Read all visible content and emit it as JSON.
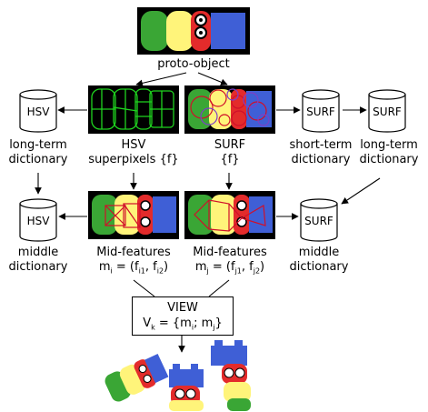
{
  "proto_object": {
    "label": "proto-object"
  },
  "databases": {
    "hsv_longterm": {
      "title": "HSV",
      "caption_lines": [
        "long-term",
        "dictionary"
      ]
    },
    "surf_shortterm": {
      "title": "SURF",
      "caption_lines": [
        "short-term",
        "dictionary"
      ]
    },
    "surf_longterm": {
      "title": "SURF",
      "caption_lines": [
        "long-term",
        "dictionary"
      ]
    },
    "hsv_middle": {
      "title": "HSV",
      "caption_lines": [
        "middle",
        "dictionary"
      ]
    },
    "surf_middle": {
      "title": "SURF",
      "caption_lines": [
        "middle",
        "dictionary"
      ]
    }
  },
  "features": {
    "hsv_superpixels": {
      "caption_lines": [
        "HSV",
        "superpixels {f}"
      ]
    },
    "surf": {
      "caption_lines": [
        "SURF",
        "{f}"
      ]
    }
  },
  "mid_features": {
    "hsv": {
      "title": "Mid-features",
      "formula": {
        "m": "m",
        "m_sub": "i",
        "eq": " = (f",
        "s1": "i1",
        "comma": ", f",
        "s2": "i2",
        "close": ")"
      }
    },
    "surf": {
      "title": "Mid-features",
      "formula": {
        "m": "m",
        "m_sub": "j",
        "eq": " = (f",
        "s1": "j1",
        "comma": ", f",
        "s2": "j2",
        "close": ")"
      }
    }
  },
  "view": {
    "title": "VIEW",
    "formula": {
      "v": "V",
      "v_sub": "k",
      "eq": " = {m",
      "s1": "i",
      "sep": "; m",
      "s2": "j",
      "close": "}"
    }
  },
  "colors": {
    "green": "#3aa635",
    "yellow": "#fff47a",
    "red": "#e32b2b",
    "blue": "#3f5fd6",
    "superpixel_line": "#1fd31f",
    "surf_circle": "#d0102a",
    "surf_purple": "#7d3fc6"
  }
}
